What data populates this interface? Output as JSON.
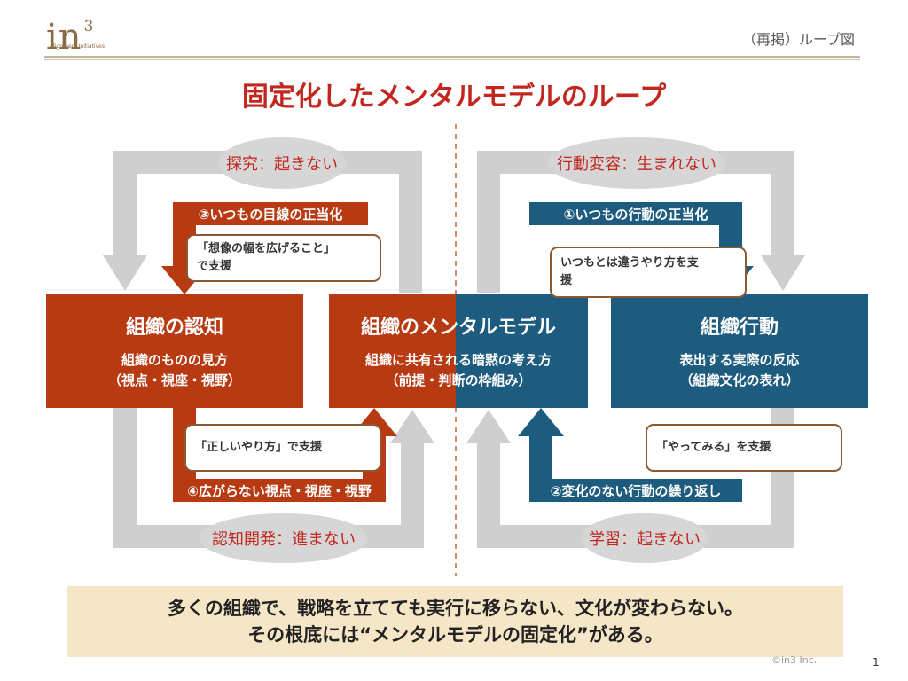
{
  "header": {
    "logo_main": "in",
    "logo_sup": "3",
    "logo_sub": "Alignment Initiatives",
    "slide_label": "（再掲）ループ図"
  },
  "headline": "固定化したメンタルモデルのループ",
  "loops": {
    "left": {
      "top_ellipse": "探究：起きない",
      "bottom_ellipse": "認知開発：進まない",
      "top_band": "③いつもの目線の正当化",
      "bottom_band": "④広がらない視点・視座・視野",
      "callout_top": [
        "「想像の幅を広げること」",
        "で支援"
      ],
      "callout_bottom": [
        "「正しいやり方」で支援"
      ]
    },
    "right": {
      "top_ellipse": "行動変容：生まれない",
      "bottom_ellipse": "学習：起きない",
      "top_band": "①いつもの行動の正当化",
      "bottom_band": "②変化のない行動の繰り返し",
      "callout_top": [
        "いつもとは違うやり方を支",
        "援"
      ],
      "callout_bottom": [
        "「やってみる」を支援"
      ]
    }
  },
  "boxes": {
    "cognition": {
      "title": "組織の認知",
      "sub": [
        "組織のものの見方",
        "（視点・視座・視野）"
      ]
    },
    "mental_model": {
      "title": "組織のメンタルモデル",
      "sub": [
        "組織に共有される暗黙の考え方",
        "（前提・判断の枠組み）"
      ]
    },
    "behavior": {
      "title": "組織行動",
      "sub": [
        "表出する実際の反応",
        "（組織文化の表れ）"
      ]
    }
  },
  "bottom_message": [
    "多くの組織で、戦略を立てても実行に移らない、文化が変わらない。",
    "その根底には“メンタルモデルの固定化”がある。"
  ],
  "footer": {
    "copyright": "©in3 Inc.",
    "page": "1"
  },
  "colors": {
    "red": "#b83a12",
    "blue": "#1d5c7e",
    "gray": "#cfcfcf",
    "headline": "#c2271f",
    "callout_border": "#8c5a32",
    "bottom_bg": "#f5e6c8"
  }
}
